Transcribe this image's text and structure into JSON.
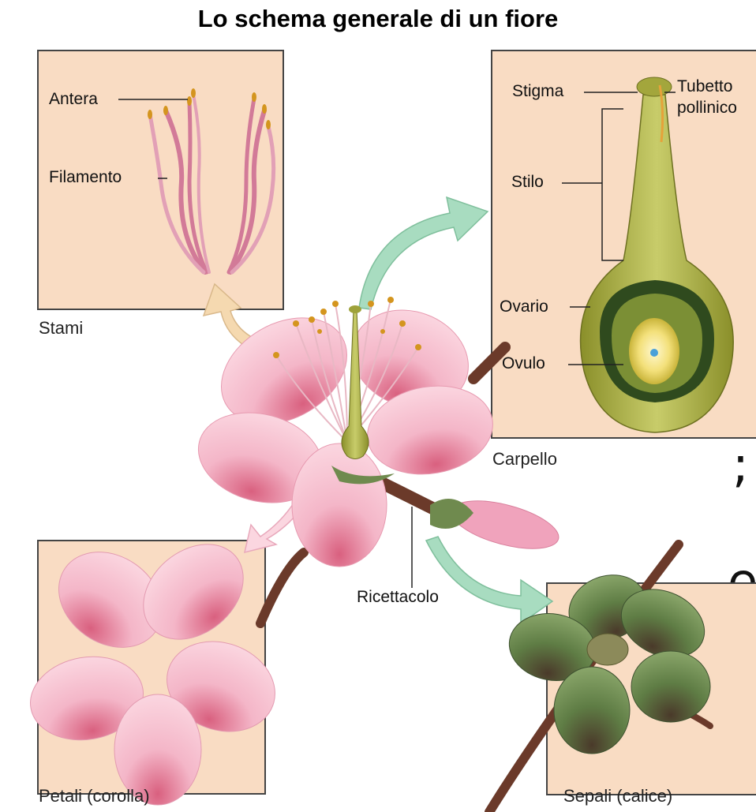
{
  "title": "Lo schema generale di un fiore",
  "panels": {
    "stamens": {
      "caption": "Stami",
      "labels": {
        "anther": "Antera",
        "filament": "Filamento"
      }
    },
    "carpel": {
      "caption": "Carpello",
      "labels": {
        "stigma": "Stigma",
        "pollen_tube_line1": "Tubetto",
        "pollen_tube_line2": "pollinico",
        "style": "Stilo",
        "ovary": "Ovario",
        "ovule": "Ovulo"
      }
    },
    "petals": {
      "caption": "Petali (corolla)"
    },
    "sepals": {
      "caption": "Sepali (calice)"
    }
  },
  "receptacle_label": "Ricettacolo",
  "background_fragments": [
    ":",
    ";",
    "e"
  ],
  "colors": {
    "panel_fill": "#f9dcc3",
    "petal_pink": "#f2a9bf",
    "stem_brown": "#6b3a2a",
    "carpel_green": "#b5b84a",
    "sepal_green": "#5f7a45",
    "arrow_green": "#a8dcc0",
    "arrow_peach": "#f5d9b0"
  }
}
